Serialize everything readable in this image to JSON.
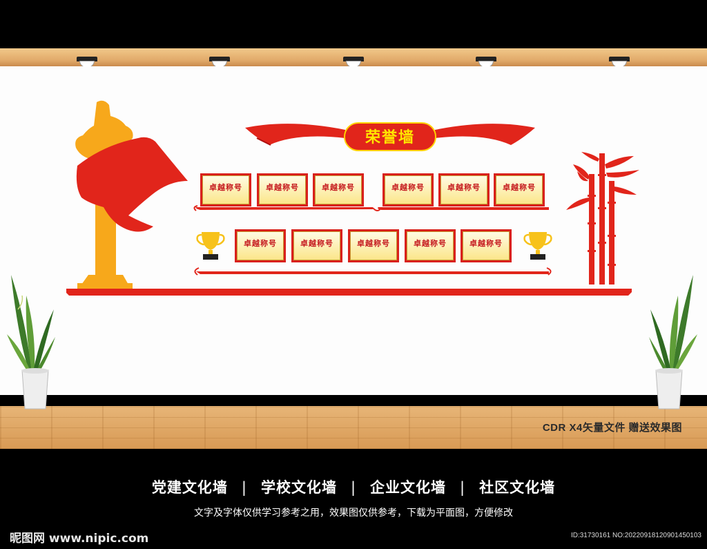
{
  "wall_title": "荣誉墙",
  "frames": {
    "row1": [
      "卓越称号",
      "卓越称号",
      "卓越称号",
      "卓越称号",
      "卓越称号",
      "卓越称号"
    ],
    "row2": [
      "卓越称号",
      "卓越称号",
      "卓越称号",
      "卓越称号",
      "卓越称号"
    ]
  },
  "floor_caption": "CDR X4矢量文件  赠送效果图",
  "categories": [
    "党建文化墙",
    "学校文化墙",
    "企业文化墙",
    "社区文化墙"
  ],
  "category_separator": "|",
  "note": "文字及字体仅供学习参考之用，效果图仅供参考，下载为平面图，方便修改",
  "watermark": "昵图网 www.nipic.com",
  "image_id": "ID:31730161 NO:20220918120901450103",
  "colors": {
    "red": "#e1251b",
    "gold": "#f7a81b",
    "title_yellow": "#ffe600",
    "frame_fill": "#fbe68a"
  }
}
